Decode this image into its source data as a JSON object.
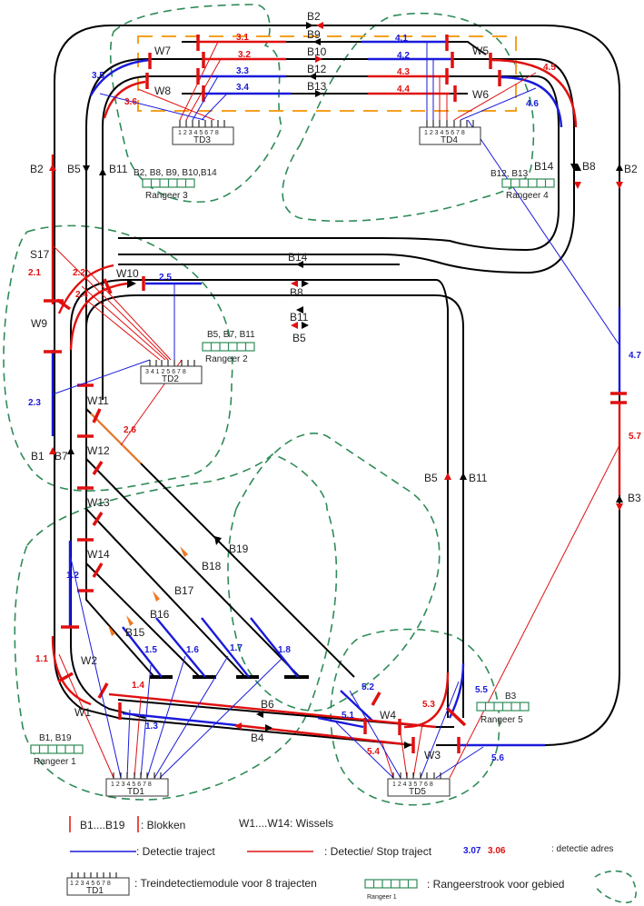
{
  "colors": {
    "track": "#000000",
    "detect": "#1a1adb",
    "stop": "#e01010",
    "orange": "#f07820",
    "zone": "#2e8b57",
    "area_box": "#f5a020"
  },
  "blocks": {
    "B2_top": "B2",
    "B9": "B9",
    "B10": "B10",
    "B12": "B12",
    "B13": "B13",
    "B2_left": "B2",
    "B5_left": "B5",
    "B11_left": "B11",
    "B14_right": "B14",
    "B8_right": "B8",
    "B2_right": "B2",
    "B14_mid": "B14",
    "B8_mid": "B8",
    "B11_mid": "B11",
    "B5_mid": "B5",
    "B1": "B1",
    "B7": "B7",
    "B5_center": "B5",
    "B11_center": "B11",
    "B3": "B3",
    "B19": "B19",
    "B18": "B18",
    "B17": "B17",
    "B16": "B16",
    "B15": "B15",
    "B6": "B6",
    "B4": "B4",
    "S17": "S17"
  },
  "switches": [
    "W1",
    "W2",
    "W3",
    "W4",
    "W5",
    "W6",
    "W7",
    "W8",
    "W9",
    "W10",
    "W11",
    "W12",
    "W13",
    "W14"
  ],
  "addresses_blue": {
    "a35": "3.5",
    "a33": "3.3",
    "a34": "3.4",
    "a41": "4.1",
    "a42": "4.2",
    "a46": "4.6",
    "a25": "2.5",
    "a23": "2.3",
    "a47": "4.7",
    "a12": "1.2",
    "a15": "1.5",
    "a16": "1.6",
    "a17": "1.7",
    "a18": "1.8",
    "a13": "1.3",
    "a52": "5.2",
    "a51": "5.1",
    "a55": "5.5",
    "a56": "5.6"
  },
  "addresses_red": {
    "a31": "3.1",
    "a32": "3.2",
    "a36": "3.6",
    "a43": "4.3",
    "a44": "4.4",
    "a45": "4.5",
    "a21": "2.1",
    "a22": "2.2",
    "a24": "2.4",
    "a26": "2.6",
    "a57": "5.7",
    "a11": "1.1",
    "a14": "1.4",
    "a53": "5.3",
    "a54": "5.4"
  },
  "modules": {
    "TD1": {
      "name": "TD1",
      "pins": "1 2 3 4 5 6 7 8"
    },
    "TD2": {
      "name": "TD2",
      "pins": "3 4 1 2 5 6 7 8"
    },
    "TD3": {
      "name": "TD3",
      "pins": "1 2 3 4 5 6 7 8"
    },
    "TD4": {
      "name": "TD4",
      "pins": "1 2 3 4 5 6 7 8"
    },
    "TD5": {
      "name": "TD5",
      "pins": "1 2 4 3 5 7 6 8"
    }
  },
  "rangeer": {
    "r1": {
      "name": "Rangeer 1",
      "blocks": "B1, B19"
    },
    "r2": {
      "name": "Rangeer 2",
      "blocks": "B5, B7, B11"
    },
    "r3": {
      "name": "Rangeer 3",
      "blocks": "B2, B8, B9, B10,B14"
    },
    "r4": {
      "name": "Rangeer 4",
      "blocks": "B12, B13"
    },
    "r5": {
      "name": "Rangeer 5",
      "blocks": "B3"
    }
  },
  "legend": {
    "blocks_text": "B1....B19",
    "blocks_label": ": Blokken",
    "switches_label": "W1....W14: Wissels",
    "detect_label": ": Detectie traject",
    "stop_label": ": Detectie/ Stop traject",
    "addr_blue": "3.07",
    "addr_red": "3.06",
    "addr_label": ": detectie adres",
    "module_label": ": Treindetectiemodule voor 8 trajecten",
    "module_pins": "1 2 3 4 5 6 7 8",
    "module_name": "TD1",
    "rangeer_label": ": Rangeerstrook voor gebied",
    "rangeer_name": "Rangeer 1"
  }
}
